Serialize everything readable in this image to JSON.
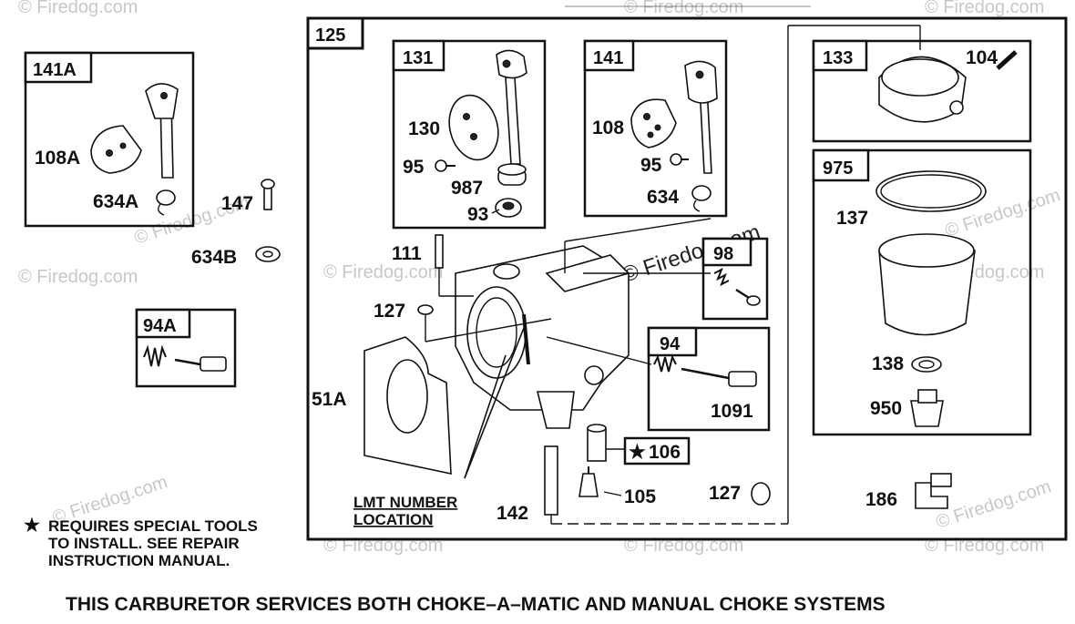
{
  "watermark": "© Firedog.com",
  "groups": {
    "g125": "125",
    "g131": "131",
    "g141": "141",
    "g133": "133",
    "g975": "975",
    "g141A": "141A",
    "g94A": "94A",
    "g98": "98",
    "g94": "94"
  },
  "parts": {
    "p104": "104",
    "p108A": "108A",
    "p634A": "634A",
    "p147": "147",
    "p634B": "634B",
    "p130": "130",
    "p95a": "95",
    "p987": "987",
    "p93": "93",
    "p108": "108",
    "p95b": "95",
    "p634": "634",
    "p137": "137",
    "p138": "138",
    "p950": "950",
    "p111": "111",
    "p127a": "127",
    "p51A": "51A",
    "p1091": "1091",
    "p106": "106",
    "p105": "105",
    "p127b": "127",
    "p142": "142",
    "p186": "186"
  },
  "lmt_label": [
    "LMT NUMBER",
    "LOCATION"
  ],
  "special_note": [
    "REQUIRES SPECIAL TOOLS",
    "TO INSTALL.  SEE REPAIR",
    "INSTRUCTION MANUAL."
  ],
  "footer": "THIS CARBURETOR SERVICES BOTH CHOKE–A–MATIC AND MANUAL CHOKE SYSTEMS"
}
